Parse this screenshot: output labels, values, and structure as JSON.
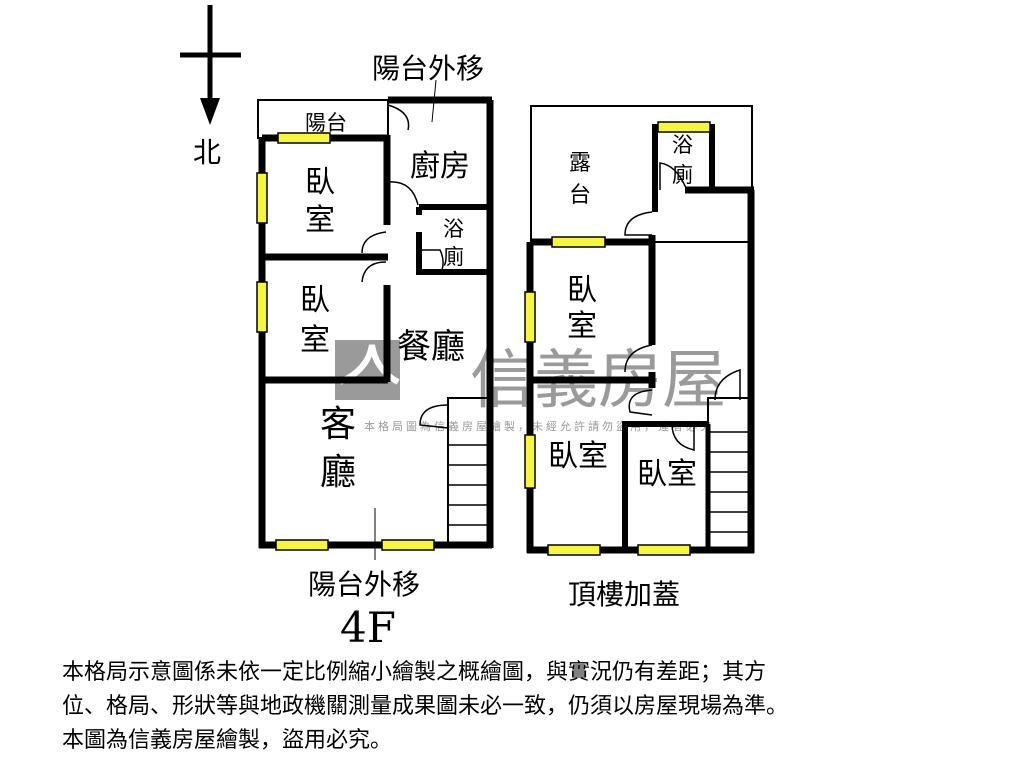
{
  "compass": {
    "north_label": "北"
  },
  "floor_4f": {
    "title": "4F",
    "rooms": {
      "balcony": "陽台",
      "balcony_moved_top": "陽台外移",
      "balcony_moved_bottom": "陽台外移",
      "kitchen": "廚房",
      "bath": [
        "浴",
        "廁"
      ],
      "bedroom_1": [
        "臥",
        "室"
      ],
      "bedroom_2": [
        "臥",
        "室"
      ],
      "dining": "餐廳",
      "living": [
        "客",
        "廳"
      ]
    }
  },
  "floor_roof": {
    "title": "頂樓加蓋",
    "rooms": {
      "terrace": [
        "露",
        "台"
      ],
      "bath": [
        "浴",
        "廁"
      ],
      "bedroom_1": [
        "臥",
        "室"
      ],
      "bedroom_2": "臥室",
      "bedroom_3": "臥室"
    }
  },
  "watermark": {
    "brand": "信義房屋",
    "notice": "本格局圖為信義房屋繪製，未經允許請勿盜用，違者必究"
  },
  "colors": {
    "wall": "#000000",
    "window": "#f5f542",
    "watermark": "#9a9a9a"
  },
  "disclaimer": [
    "本格局示意圖係未依一定比例縮小繪製之概繪圖，與實況仍有差距；其方",
    "位、格局、形狀等與地政機關測量成果圖未必一致，仍須以房屋現場為準。",
    "本圖為信義房屋繪製，盜用必究。"
  ]
}
